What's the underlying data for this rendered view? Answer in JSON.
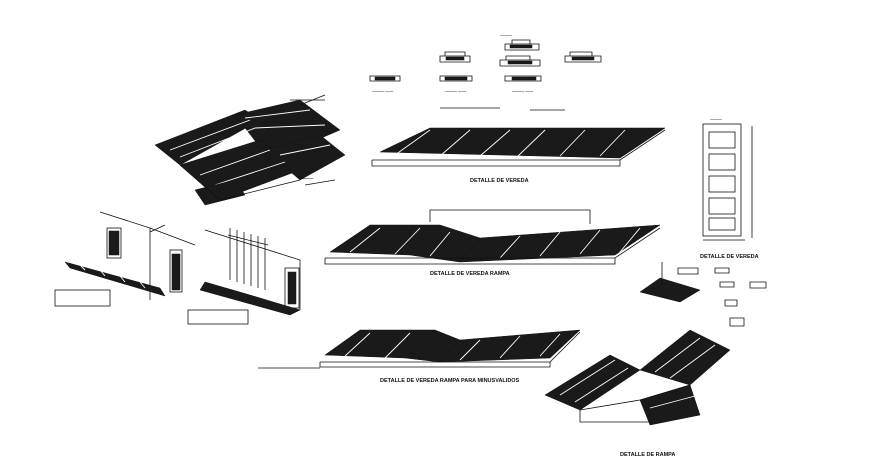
{
  "captions": {
    "sidewalk_detail": "DETALLE DE VEREDA",
    "sidewalk_detail_2": "DETALLE DE VEREDA",
    "ramp_detail": "DETALLE DE RAMPA",
    "sidewalk_ramp": "DETALLE DE VEREDA RAMPA",
    "sidewalk_ramp_disabled": "DETALLE DE VEREDA RAMPA PARA MINUSVALIDOS"
  }
}
